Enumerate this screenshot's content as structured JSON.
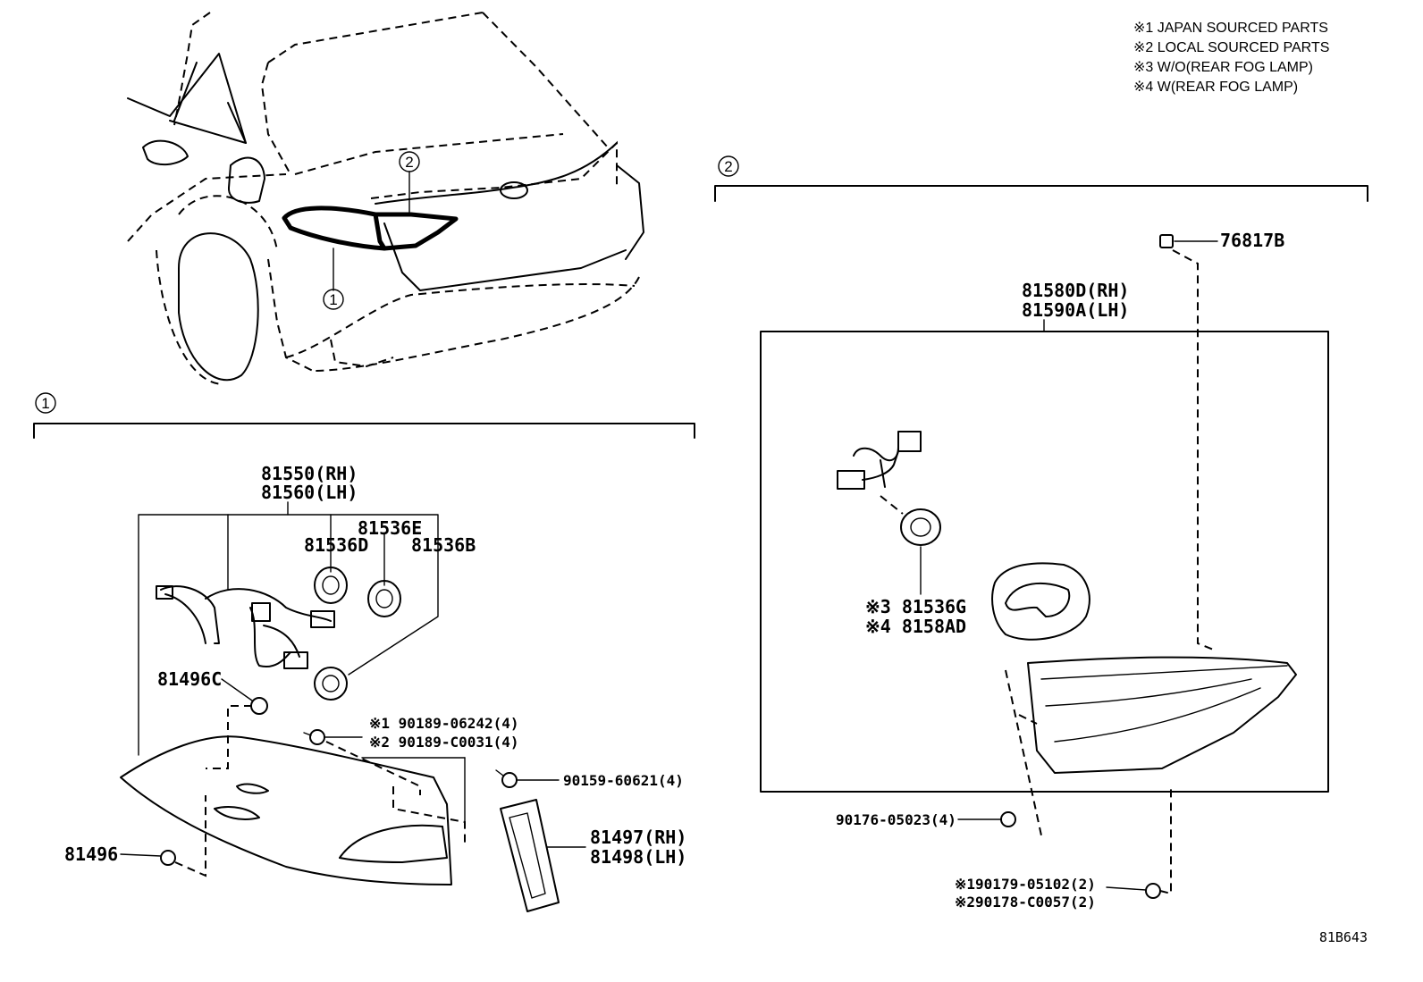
{
  "notes": [
    "※1 JAPAN SOURCED PARTS",
    "※2 LOCAL SOURCED PARTS",
    "※3 W/O(REAR FOG LAMP)",
    "※4 W(REAR FOG LAMP)"
  ],
  "callouts": {
    "one": "1",
    "two": "2"
  },
  "section1": {
    "assy_rh": "81550(RH)",
    "assy_lh": "81560(LH)",
    "socket_d": "81536D",
    "socket_e": "81536E",
    "socket_b": "81536B",
    "nut_c": "81496C",
    "screw_1": "※1 90189-06242(4)",
    "screw_2": "※2 90189-C0031(4)",
    "screw_3": "90159-60621(4)",
    "bracket_rh": "81497(RH)",
    "bracket_lh": "81498(LH)",
    "nut": "81496"
  },
  "section2": {
    "clip": "76817B",
    "assy_rh": "81580D(RH)",
    "assy_lh": "81590A(LH)",
    "socket_g": "※3 81536G",
    "socket_ad": "※4 8158AD",
    "bolt": "90176-05023(4)",
    "clip_1": "※190179-05102(2)",
    "clip_2": "※290178-C0057(2)"
  },
  "reference": "81B643"
}
